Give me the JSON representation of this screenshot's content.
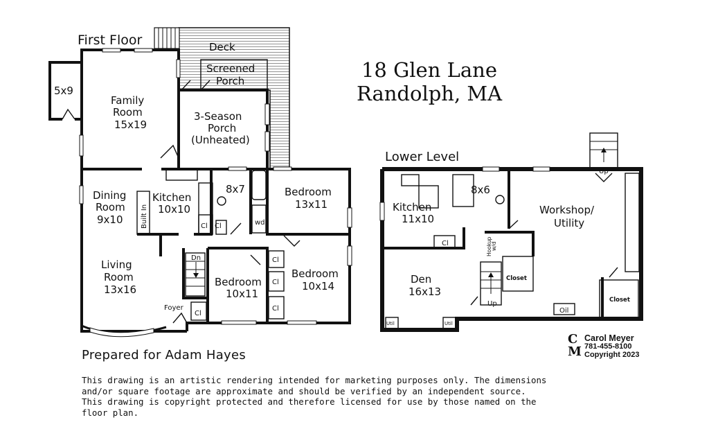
{
  "title": {
    "address_line1": "18 Glen Lane",
    "address_line2": "Randolph, MA"
  },
  "first_floor": {
    "heading": "First Floor",
    "rooms": {
      "deck": "Deck",
      "screened_porch_1": "Screened",
      "screened_porch_2": "Porch",
      "family_room_name_1": "Family",
      "family_room_name_2": "Room",
      "family_room_dims": "15x19",
      "bump_out": "5x9",
      "three_season_1": "3-Season",
      "three_season_2": "Porch",
      "three_season_3": "(Unheated)",
      "dining_1": "Dining",
      "dining_2": "Room",
      "dining_dims": "9x10",
      "built_in": "Built In",
      "kitchen_name": "Kitchen",
      "kitchen_dims": "10x10",
      "bath": "8x7",
      "bedroom_1_name": "Bedroom",
      "bedroom_1_dims": "13x11",
      "wd": "wd",
      "living_1": "Living",
      "living_2": "Room",
      "living_dims": "13x16",
      "bedroom_2_name": "Bedroom",
      "bedroom_2_dims": "10x11",
      "bedroom_3_name": "Bedroom",
      "bedroom_3_dims": "10x14",
      "foyer": "Foyer",
      "stair_dn": "Dn",
      "closet_cl": "Cl"
    }
  },
  "lower_level": {
    "heading": "Lower Level",
    "rooms": {
      "kitchen_name": "Kitchen",
      "kitchen_dims": "11x10",
      "bath": "8x6",
      "workshop_1": "Workshop/",
      "workshop_2": "Utility",
      "washer_hookup_1": "w/d",
      "washer_hookup_2": "Hookup",
      "den_name": "Den",
      "den_dims": "16x13",
      "closet_1": "Closet",
      "closet_2": "Closet",
      "oil": "Oil",
      "stair_up": "Up",
      "closet_cl": "Cl",
      "util": "Util"
    }
  },
  "prepared_for": "Prepared for Adam Hayes",
  "disclaimer": [
    "This drawing is an artistic rendering intended for marketing purposes only.  The dimensions",
    "and/or square footage are approximate and should be verified by an independent source.",
    "This drawing is copyright protected and therefore licensed for use by those named on the",
    "floor plan."
  ],
  "branding": {
    "logo_letters": "CM",
    "name": "Carol Meyer",
    "phone": "781-455-8100",
    "copyright": "Copyright 2023"
  }
}
